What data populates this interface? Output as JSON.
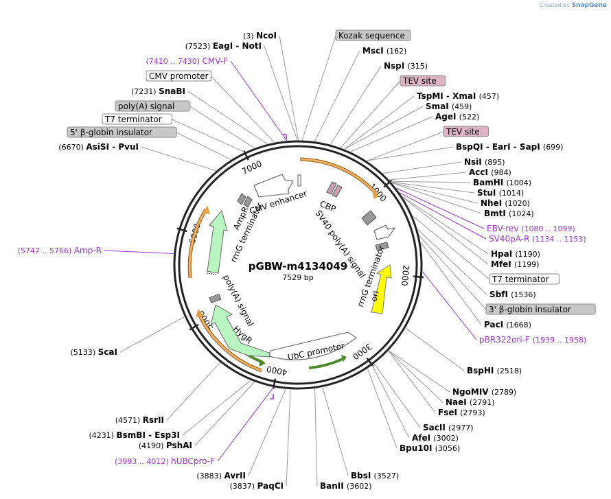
{
  "credit": {
    "prefix": "Created by",
    "brand": "SnapGene"
  },
  "plasmid": {
    "name": "pGBW-m4134049",
    "length_label": "7529 bp",
    "total_bp": 7529
  },
  "ticks": [
    {
      "bp": 1000,
      "label": "1000"
    },
    {
      "bp": 2000,
      "label": "2000"
    },
    {
      "bp": 3000,
      "label": "3000"
    },
    {
      "bp": 4000,
      "label": "4000"
    },
    {
      "bp": 5000,
      "label": "5000"
    },
    {
      "bp": 6000,
      "label": "6000"
    },
    {
      "bp": 7000,
      "label": "7000"
    }
  ],
  "sites": [
    {
      "id": "ncoi",
      "name": "NcoI",
      "pos": "(3)",
      "bp": 3
    },
    {
      "id": "msci",
      "name": "MscI",
      "pos": "(162)",
      "bp": 162
    },
    {
      "id": "nspi",
      "name": "NspI",
      "pos": "(315)",
      "bp": 315
    },
    {
      "id": "tspmi-xmai",
      "name": "TspMI  -  XmaI",
      "pos": "(457)",
      "bp": 457
    },
    {
      "id": "smai",
      "name": "SmaI",
      "pos": "(459)",
      "bp": 459
    },
    {
      "id": "agei",
      "name": "AgeI",
      "pos": "(522)",
      "bp": 522
    },
    {
      "id": "bspqi-eari-sapi",
      "name": "BspQI  -  EarI  -  SapI",
      "pos": "(699)",
      "bp": 699
    },
    {
      "id": "nsii",
      "name": "NsiI",
      "pos": "(895)",
      "bp": 895
    },
    {
      "id": "acci",
      "name": "AccI",
      "pos": "(984)",
      "bp": 984
    },
    {
      "id": "bamhi",
      "name": "BamHI",
      "pos": "(1004)",
      "bp": 1004
    },
    {
      "id": "stui",
      "name": "StuI",
      "pos": "(1014)",
      "bp": 1014
    },
    {
      "id": "nhei",
      "name": "NheI",
      "pos": "(1020)",
      "bp": 1020
    },
    {
      "id": "bmti",
      "name": "BmtI",
      "pos": "(1024)",
      "bp": 1024
    },
    {
      "id": "hpai",
      "name": "HpaI",
      "pos": "(1190)",
      "bp": 1190
    },
    {
      "id": "mfei",
      "name": "MfeI",
      "pos": "(1199)",
      "bp": 1199
    },
    {
      "id": "sbfi",
      "name": "SbfI",
      "pos": "(1536)",
      "bp": 1536
    },
    {
      "id": "paci",
      "name": "PacI",
      "pos": "(1668)",
      "bp": 1668
    },
    {
      "id": "bsphi",
      "name": "BspHI",
      "pos": "(2518)",
      "bp": 2518
    },
    {
      "id": "ngomiv",
      "name": "NgoMIV",
      "pos": "(2789)",
      "bp": 2789
    },
    {
      "id": "naei",
      "name": "NaeI",
      "pos": "(2791)",
      "bp": 2791
    },
    {
      "id": "fsei",
      "name": "FseI",
      "pos": "(2793)",
      "bp": 2793
    },
    {
      "id": "sacii",
      "name": "SacII",
      "pos": "(2977)",
      "bp": 2977
    },
    {
      "id": "afei",
      "name": "AfeI",
      "pos": "(3002)",
      "bp": 3002
    },
    {
      "id": "bpu10i",
      "name": "Bpu10I",
      "pos": "(3056)",
      "bp": 3056
    },
    {
      "id": "bbsi",
      "name": "BbsI",
      "pos": "(3527)",
      "bp": 3527
    },
    {
      "id": "banii",
      "name": "BanII",
      "pos": "(3602)",
      "bp": 3602
    },
    {
      "id": "paqci",
      "name": "PaqCI",
      "pos": "(3837)",
      "bp": 3837
    },
    {
      "id": "avrii",
      "name": "AvrII",
      "pos": "(3883)",
      "bp": 3883
    },
    {
      "id": "pshai",
      "name": "PshAI",
      "pos": "(4190)",
      "bp": 4190
    },
    {
      "id": "bsmbi-esp3i",
      "name": "BsmBI  -  Esp3I",
      "pos": "(4231)",
      "bp": 4231
    },
    {
      "id": "rsrii",
      "name": "RsrII",
      "pos": "(4571)",
      "bp": 4571
    },
    {
      "id": "scai",
      "name": "ScaI",
      "pos": "(5133)",
      "bp": 5133
    },
    {
      "id": "asisi-pvui",
      "name": "AsiSI  -  PvuI",
      "pos": "(6670)",
      "bp": 6670
    },
    {
      "id": "snabi",
      "name": "SnaBI",
      "pos": "(7231)",
      "bp": 7231
    },
    {
      "id": "eagi-noti",
      "name": "EagI  -  NotI",
      "pos": "(7523)",
      "bp": 7523
    }
  ],
  "primers": [
    {
      "id": "cmv-f",
      "name": "CMV-F",
      "range": "(7410 .. 7430)",
      "bp": 7420
    },
    {
      "id": "ebv-rev",
      "name": "EBV-rev",
      "range": "(1080 .. 1099)",
      "bp": 1090
    },
    {
      "id": "sv40pa-r",
      "name": "SV40pA-R",
      "range": "(1134 .. 1153)",
      "bp": 1144
    },
    {
      "id": "pbr322ori-f",
      "name": "pBR322ori-F",
      "range": "(1939 .. 1958)",
      "bp": 1948
    },
    {
      "id": "amp-r",
      "name": "Amp-R",
      "range": "(5747 .. 5766)",
      "bp": 5756
    },
    {
      "id": "hubcpro-f",
      "name": "hUBCpro-F",
      "range": "(3993 .. 4012)",
      "bp": 4002
    }
  ],
  "feature_labels": [
    {
      "id": "kozak",
      "text": "Kozak sequence",
      "style": "gray",
      "bp": 40
    },
    {
      "id": "tev1",
      "text": "TEV site",
      "style": "pink",
      "bp": 420
    },
    {
      "id": "tev2",
      "text": "TEV site",
      "style": "pink",
      "bp": 700
    },
    {
      "id": "t7-term-r",
      "text": "T7 terminator",
      "style": "white",
      "bp": 1400
    },
    {
      "id": "bglob-3",
      "text": "3' β-globin insulator",
      "style": "gray",
      "bp": 1600
    },
    {
      "id": "cmv-prom",
      "text": "CMV promoter",
      "style": "white",
      "bp": 7300
    },
    {
      "id": "polya-top",
      "text": "poly(A) signal",
      "style": "gray",
      "bp": 7100
    },
    {
      "id": "t7-term-l",
      "text": "T7 terminator",
      "style": "white",
      "bp": 7000
    },
    {
      "id": "bglob-5",
      "text": "5' β-globin insulator",
      "style": "gray",
      "bp": 6850
    }
  ],
  "inner_labels": {
    "cmv_enhancer": "CMV enhancer",
    "cbp": "CBP",
    "sv40": "SV40 poly(A) signal",
    "rrng_right": "rrnG terminator",
    "ori": "ori",
    "ubc": "UbC promoter",
    "hygr": "HygR",
    "polya_left": "poly(A) signal",
    "ampr": "AmpR",
    "rrng_left": "rrnG terminator"
  },
  "colors": {
    "backbone": "#222222",
    "orf_orange": "#e8a040",
    "amp_green": "#b9f5c0",
    "hyg_green": "#b9f5c0",
    "ori_yellow": "#ffff00",
    "cbp_pink": "#c8a0b0",
    "terminator_gray": "#909090",
    "primer_purple": "#9933cc"
  }
}
